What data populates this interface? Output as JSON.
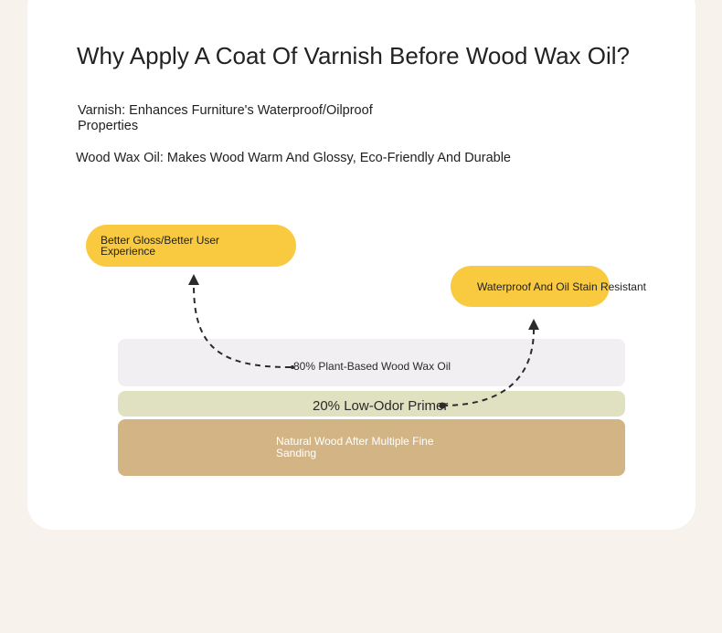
{
  "title": "Why Apply A Coat Of Varnish Before Wood Wax Oil?",
  "benefits": {
    "varnish": "Varnish: Enhances Furniture's Waterproof/Oilproof Properties",
    "wax_oil": "Wood Wax Oil: Makes Wood Warm And Glossy, Eco-Friendly And Durable"
  },
  "callouts": {
    "gloss": "Better Gloss/Better User Experience",
    "waterproof": "Waterproof And Oil Stain Resistant"
  },
  "layers": {
    "oil": "80% Plant-Based Wood Wax Oil",
    "primer": "20% Low-Odor Primer",
    "wood": "Natural Wood After Multiple Fine Sanding"
  },
  "colors": {
    "accent_yellow": "#f9c93f",
    "oil_layer": "#f1eff1",
    "primer_layer": "#dfe1c1",
    "wood_layer": "#d3b585",
    "page_background": "#f7f2ec"
  }
}
